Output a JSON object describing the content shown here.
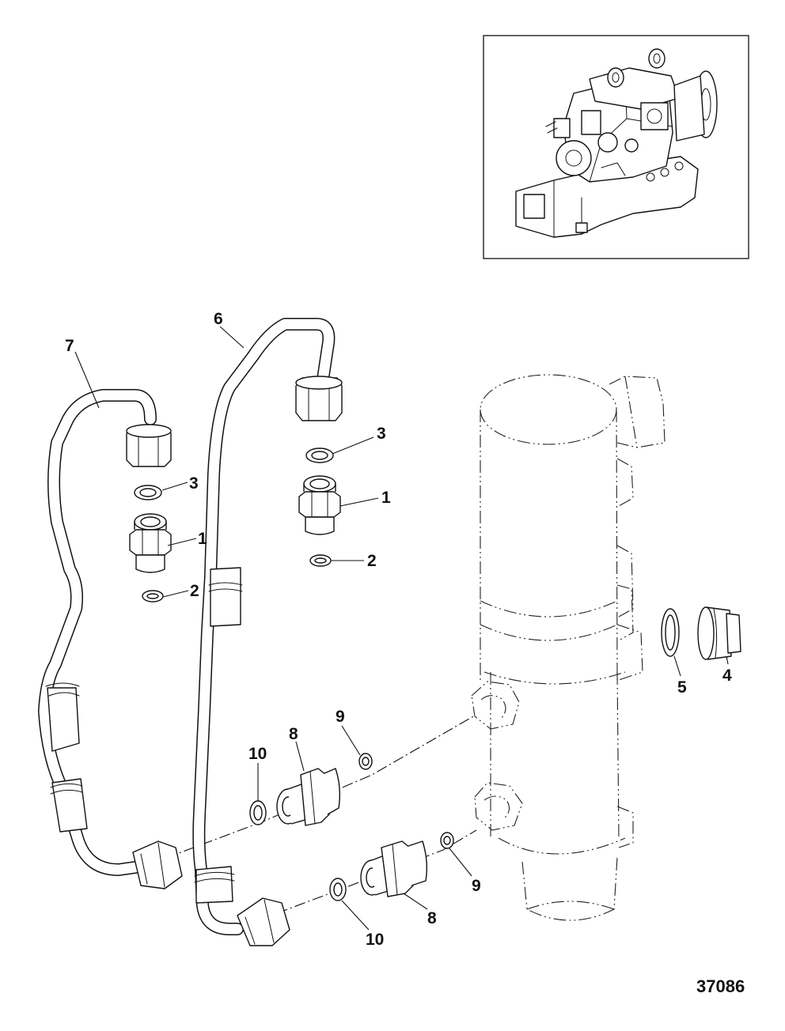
{
  "figure_number": "37086",
  "callouts": {
    "c1a": "1",
    "c1b": "1",
    "c2a": "2",
    "c2b": "2",
    "c3a": "3",
    "c3b": "3",
    "c4": "4",
    "c5": "5",
    "c6": "6",
    "c7": "7",
    "c8a": "8",
    "c8b": "8",
    "c9a": "9",
    "c9b": "9",
    "c10a": "10",
    "c10b": "10"
  },
  "colors": {
    "ink": "#111111",
    "background": "#ffffff"
  }
}
